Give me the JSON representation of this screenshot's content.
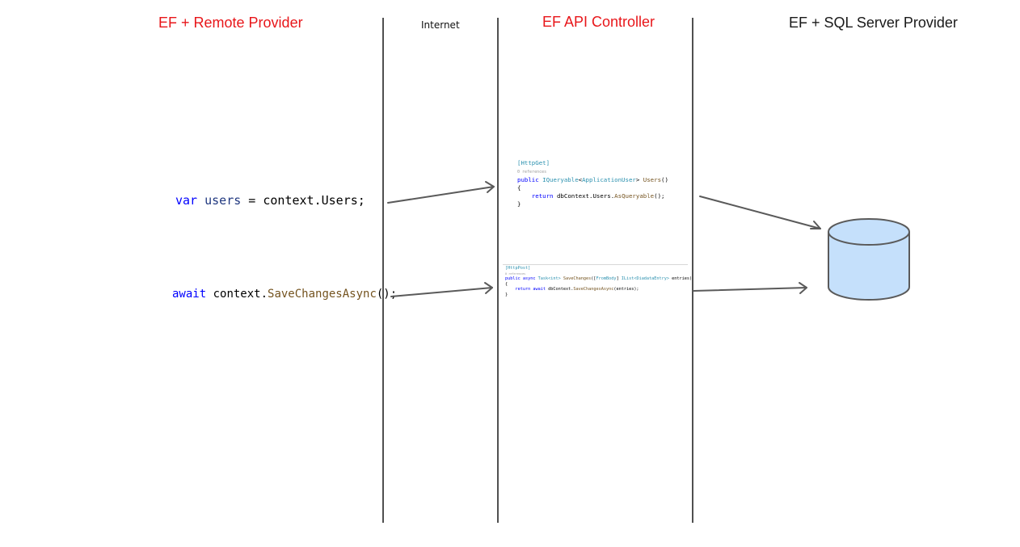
{
  "columns": {
    "remote_provider": "EF + Remote Provider",
    "internet": "Internet",
    "api_controller": "EF API Controller",
    "sql_provider": "EF + SQL Server Provider"
  },
  "client_code": {
    "query": {
      "kw": "var",
      "var": "users",
      "rest": " = context.Users;"
    },
    "save": {
      "kw": "await",
      "rest1": " context.",
      "meth": "SaveChangesAsync",
      "rest2": "();"
    }
  },
  "controller_get": {
    "attr": "[HttpGet]",
    "refs": "0 references",
    "kw": "public ",
    "type1": "IQueryable",
    "lt": "<",
    "type2": "ApplicationUser",
    "gt": "> ",
    "meth": "Users",
    "paren": "()",
    "open": "{",
    "ret": "return",
    "body1": " dbContext.Users.",
    "meth2": "AsQueryable",
    "body2": "();",
    "close": "}"
  },
  "controller_post": {
    "attr": "[HttpPost]",
    "refs": "0 references",
    "kw": "public async ",
    "type1": "Task<int>",
    "meth": " SaveChanges",
    "p1": "([",
    "attr2": "FromBody",
    "p2": "] ",
    "type2": "IList<DiadataEntry>",
    "p3": " entries)",
    "open": "{",
    "ret": "return await",
    "body1": " dbContext.",
    "meth2": "SaveChangesAsync",
    "body2": "(entries);",
    "close": "}"
  }
}
